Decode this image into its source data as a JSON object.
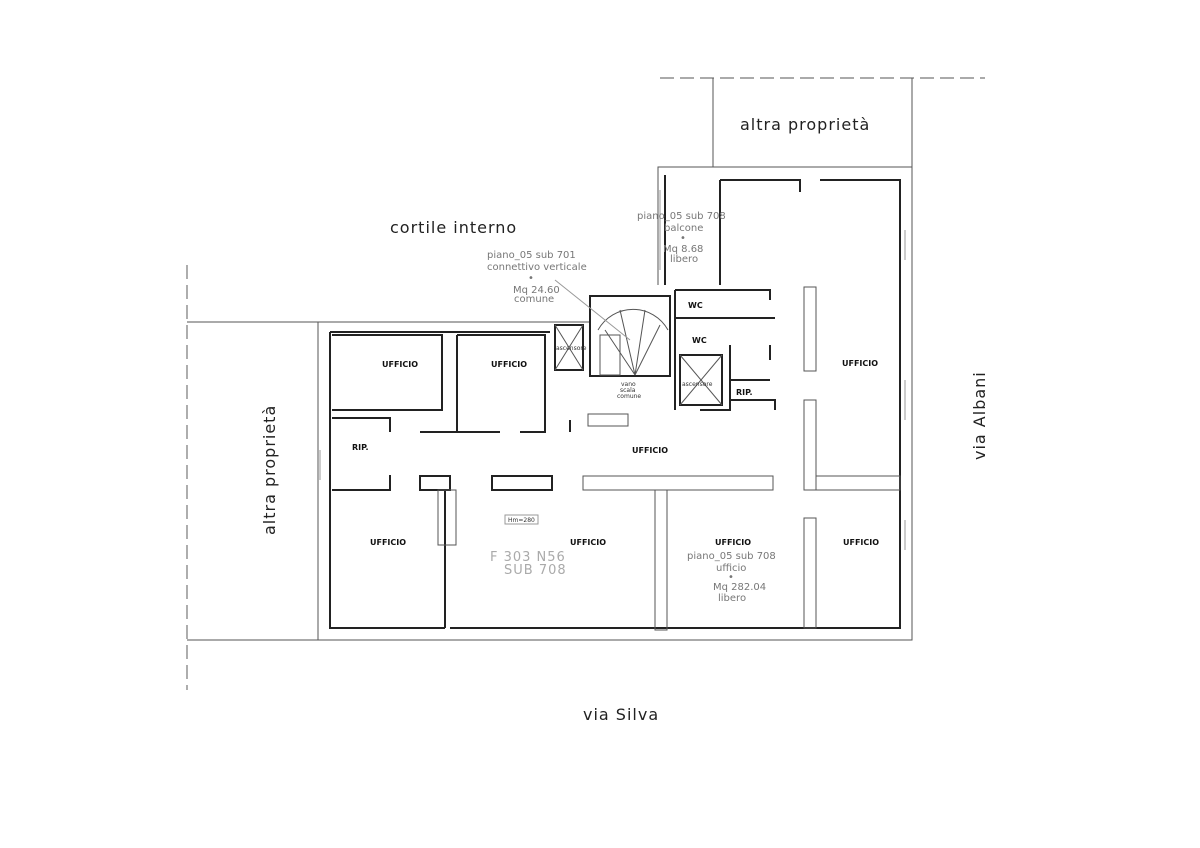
{
  "labels": {
    "altra_proprieta_top": "altra proprietà",
    "altra_proprieta_left": "altra proprietà",
    "cortile": "cortile interno",
    "via_albani": "via Albani",
    "via_silva": "via Silva"
  },
  "rooms": {
    "ufficio": "UFFICIO",
    "rip": "RIP.",
    "wc": "WC",
    "ascensore": "ascensore",
    "vano_scala": [
      "vano",
      "scala",
      "comune"
    ]
  },
  "notes": {
    "sub701": [
      "piano_05 sub 701",
      "connettivo verticale",
      "•",
      "Mq 24.60",
      "comune"
    ],
    "balcone": [
      "piano_05 sub 708",
      "balcone",
      "•",
      "Mq 8.68",
      "libero"
    ],
    "ufficio708": [
      "piano_05 sub 708",
      "ufficio",
      "•",
      "Mq 282.04",
      "libero"
    ],
    "cadastral": [
      "F 303 N56",
      "SUB 708"
    ],
    "height_tag": "Hm=280"
  }
}
